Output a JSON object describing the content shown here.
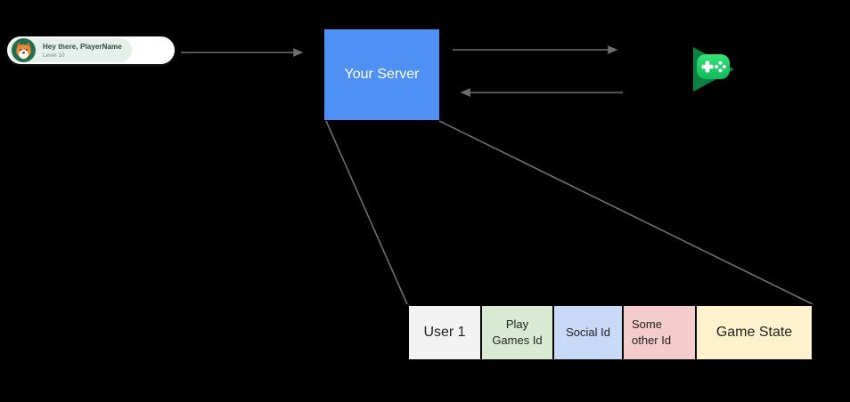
{
  "player_card": {
    "greeting": "Hey there, PlayerName",
    "level": "Level 10",
    "card_bg": "#ffffff",
    "accent_bg": "#e4f0e9",
    "avatar_bg": "#256d4b",
    "avatar_icon": "fox-avatar"
  },
  "server_box": {
    "label": "Your Server",
    "bg": "#4f90f4",
    "text_color": "#ffffff"
  },
  "play_games_logo": {
    "name": "google-play-games-logo",
    "triangle_color": "#0d8043",
    "gamepad_top": "#35e477",
    "gamepad_bottom": "#10b95a",
    "detail_color": "#ffffff"
  },
  "connectors": {
    "color": "#6e6e6e"
  },
  "user_table": {
    "cells": [
      {
        "label": "User 1",
        "bg": "#f3f3f3"
      },
      {
        "label": "Play\nGames Id",
        "bg": "#d9ead3"
      },
      {
        "label": "Social Id",
        "bg": "#c9daf8"
      },
      {
        "label": "Some\nother Id",
        "bg": "#f4cccc"
      },
      {
        "label": "Game State",
        "bg": "#fff2cc"
      }
    ],
    "divider_color": "#000000"
  }
}
